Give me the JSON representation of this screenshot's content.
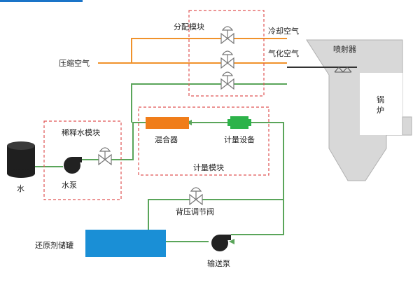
{
  "labels": {
    "distribution_module": "分配模块",
    "cooling_air": "冷却空气",
    "atomizing_air": "气化空气",
    "compressed_air": "压缩空气",
    "sprayer": "喷射器",
    "boiler": "锅\n炉",
    "boiler_char1": "锅",
    "boiler_char2": "炉",
    "dilution_module": "稀释水模块",
    "water": "水",
    "water_pump": "水泵",
    "mixer": "混合器",
    "metering_equipment": "计量设备",
    "metering_module": "计量模块",
    "back_pressure_valve": "背压调节阀",
    "reductant_tank": "还原剂储罐",
    "transfer_pump": "输送泵"
  },
  "colors": {
    "air_pipe": "#f0922b",
    "water_pipe": "#5aa55a",
    "module_border": "#e05555",
    "mixer_fill": "#f07d1a",
    "meter_fill": "#2db34a",
    "tank_fill": "#1a8fd6",
    "boiler_fill": "#d8d8d8",
    "boiler_stroke": "#b0b0b0",
    "top_bar": "#1a74c8"
  },
  "icons": {
    "valve": "gate-valve-icon",
    "pump": "centrifugal-pump-icon",
    "nozzle": "spray-nozzle-icon"
  }
}
